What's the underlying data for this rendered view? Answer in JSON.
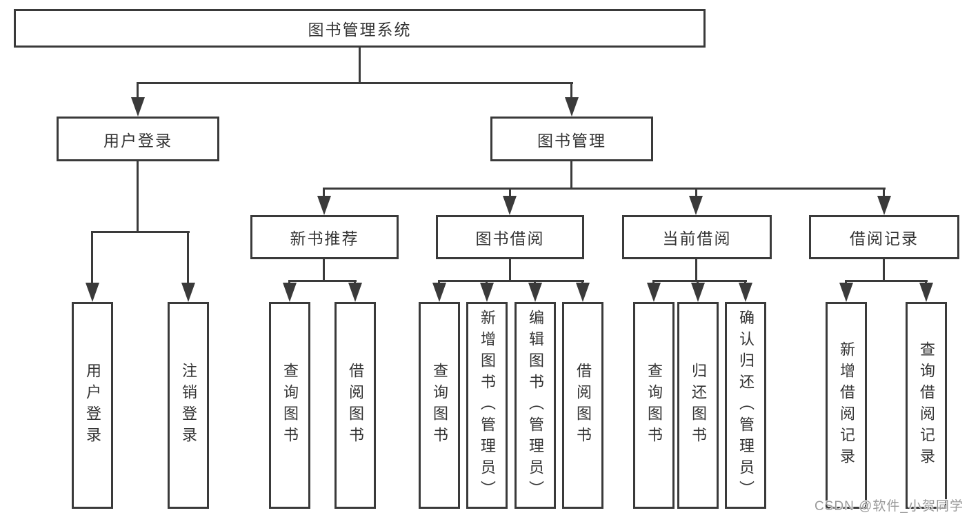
{
  "diagram": {
    "root": "图书管理系统",
    "branches": [
      {
        "label": "用户登录",
        "children": [
          "用户登录",
          "注销登录"
        ]
      },
      {
        "label": "图书管理",
        "children": [
          {
            "label": "新书推荐",
            "children": [
              "查询图书",
              "借阅图书"
            ]
          },
          {
            "label": "图书借阅",
            "children": [
              "查询图书",
              "新增图书（管理员）",
              "编辑图书（管理员）",
              "借阅图书"
            ]
          },
          {
            "label": "当前借阅",
            "children": [
              "查询图书",
              "归还图书",
              "确认归还（管理员）"
            ]
          },
          {
            "label": "借阅记录",
            "children": [
              "新增借阅记录",
              "查询借阅记录"
            ]
          }
        ]
      }
    ],
    "watermark": "CSDN @软件_小贺同学",
    "colors": {
      "line": "#3a3a3a",
      "text": "#333333",
      "background": "#ffffff",
      "watermark": "#9a9a9a"
    }
  }
}
